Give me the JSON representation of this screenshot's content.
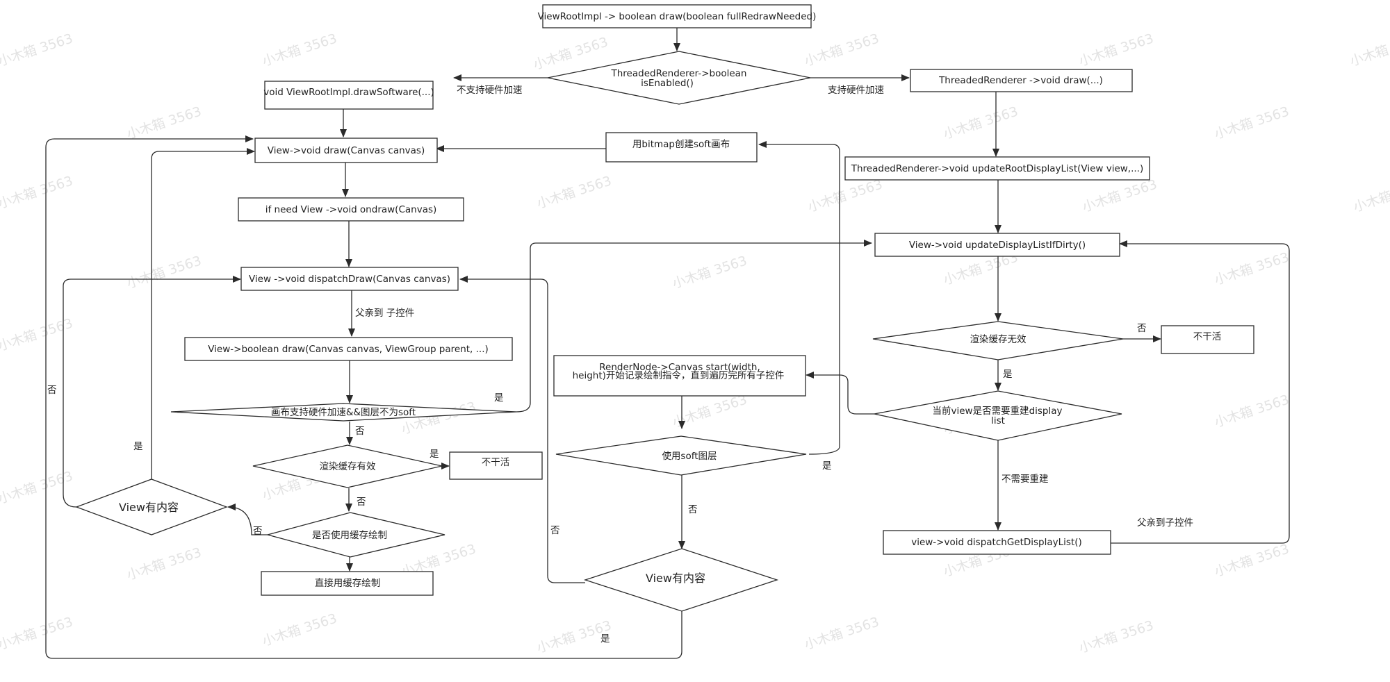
{
  "watermark": "小木箱 3563",
  "nodes": {
    "vri_draw": "ViewRootImpl -> boolean draw(boolean fullRedrawNeeded)",
    "tr_enabled_1": "ThreadedRenderer->boolean",
    "tr_enabled_2": "isEnabled()",
    "draw_software": "void ViewRootImpl.drawSoftware(...)",
    "tr_draw": "ThreadedRenderer ->void draw(...)",
    "bitmap_canvas": "用bitmap创建soft画布",
    "view_draw": "View->void draw(Canvas canvas)",
    "update_root": "ThreadedRenderer->void updateRootDisplayList(View view,...)",
    "ondraw": "if need View ->void ondraw(Canvas)",
    "update_dirty": "View->void updateDisplayListIfDirty()",
    "dispatch_draw": "View ->void dispatchDraw(Canvas canvas)",
    "bool_draw": "View->boolean draw(Canvas canvas, ViewGroup parent, ...)",
    "render_start_1": "RenderNode->Canvas start(width,",
    "render_start_2": "height)开始记录绘制指令，直到遍历完所有子控件",
    "canvas_hw": "画布支持硬件加速&&图层不为soft",
    "cache_valid": "渲染缓存有效",
    "no_work_1": "不干活",
    "use_soft": "使用soft图层",
    "cache_invalid": "渲染缓存无效",
    "no_work_2": "不干活",
    "need_rebuild_1": "当前view是否需要重建display",
    "need_rebuild_2": "list",
    "view_content_1": "View有内容",
    "use_cache_draw": "是否使用缓存绘制",
    "direct_cache": "直接用缓存绘制",
    "view_content_2": "View有内容",
    "dispatch_get": "view->void  dispatchGetDisplayList()"
  },
  "edge_labels": {
    "no_hw": "不支持硬件加速",
    "hw": "支持硬件加速",
    "parent_child_1": "父亲到 子控件",
    "yes_hw_branch": "是",
    "no_hw_branch": "否",
    "cache_valid_yes": "是",
    "cache_valid_no": "否",
    "use_cache_no": "否",
    "content1_yes": "是",
    "content1_no": "否",
    "soft_yes": "是",
    "soft_no": "否",
    "content2_no": "否",
    "content2_yes": "是",
    "invalid_no": "否",
    "invalid_yes": "是",
    "no_rebuild": "不需要重建",
    "parent_child_2": "父亲到子控件"
  }
}
